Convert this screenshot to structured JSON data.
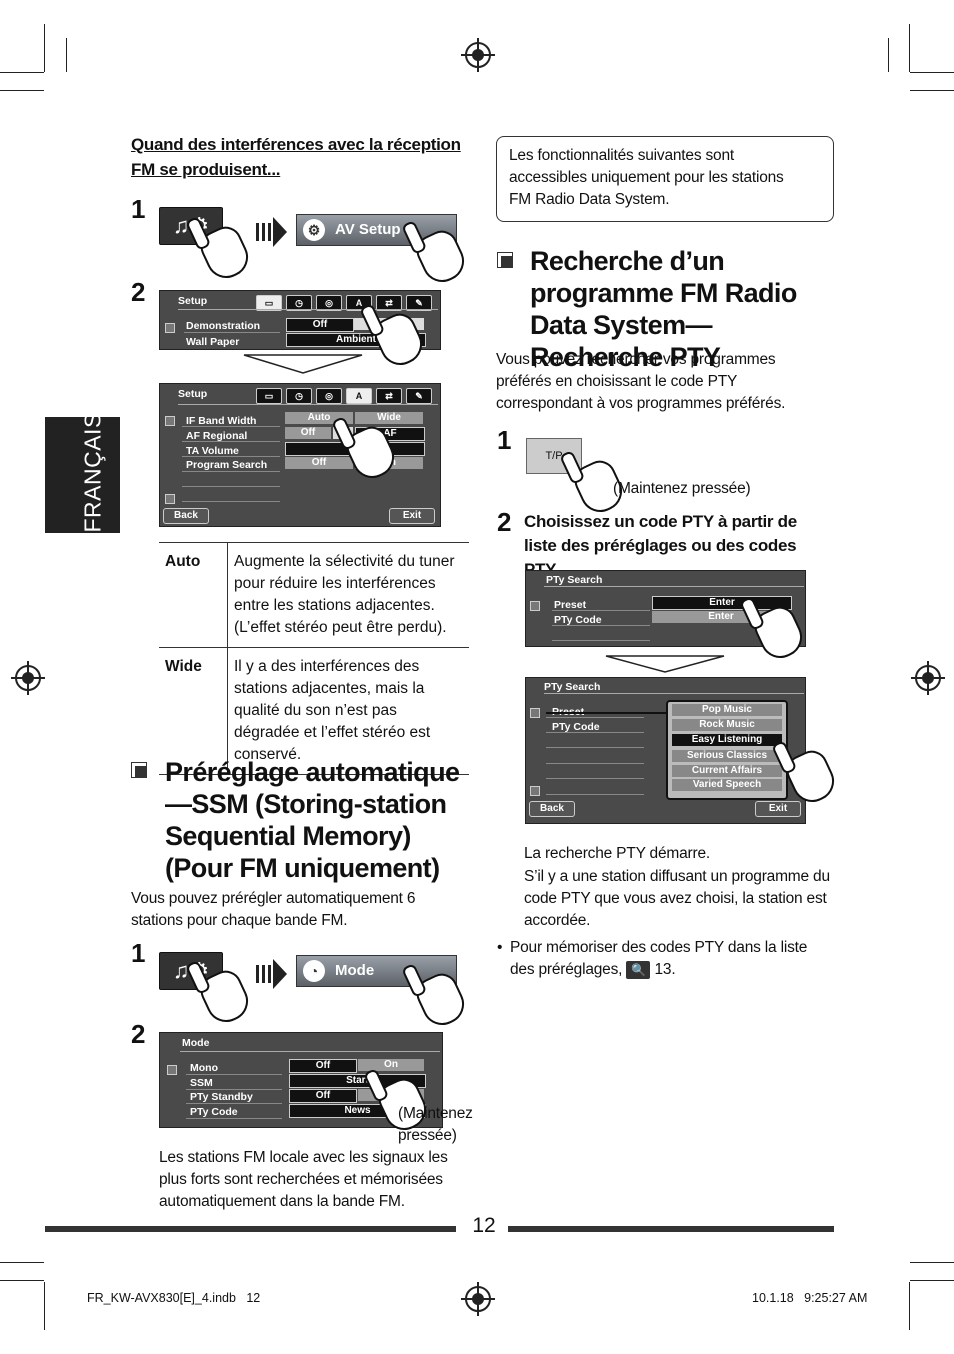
{
  "left": {
    "interference_heading": "Quand des interférences avec la réception FM se produisent...",
    "step1": "1",
    "step2": "2",
    "av_setup_label": "AV Setup",
    "setup_screen1": {
      "title": "Setup",
      "rows": [
        {
          "label": "Demonstration",
          "value": "Off"
        },
        {
          "label": "Wall Paper",
          "value": "Ambient"
        }
      ]
    },
    "setup_screen2": {
      "title": "Setup",
      "rows": [
        {
          "label": "IF Band Width",
          "v1": "Auto",
          "v2": "Wide"
        },
        {
          "label": "AF Regional",
          "v1": "Off",
          "v2": "AF"
        },
        {
          "label": "TA Volume",
          "v1": "",
          "v2": ""
        },
        {
          "label": "Program Search",
          "v1": "Off",
          "v2": "On"
        }
      ],
      "back": "Back",
      "exit": "Exit"
    },
    "table": [
      {
        "key": "Auto",
        "desc": "Augmente la sélectivité du tuner pour réduire les interférences entre les stations adjacentes. (L’effet stéréo peut être perdu)."
      },
      {
        "key": "Wide",
        "desc": "Il y a des interférences des stations adjacentes, mais la qualité du son n’est pas dégradée et l’effet stéréo est conservé."
      }
    ],
    "ssm_title": "Préréglage automatique—SSM (Storing-station Sequential Memory) (Pour FM uniquement)",
    "ssm_intro": "Vous pouvez prérégler automatiquement 6 stations pour chaque bande FM.",
    "mode_label": "Mode",
    "mode_screen": {
      "title": "Mode",
      "rows": [
        {
          "label": "Mono",
          "v1": "Off",
          "v2": "On"
        },
        {
          "label": "SSM",
          "v1": "Start",
          "v2": ""
        },
        {
          "label": "PTy Standby",
          "v1": "Off",
          "v2": ""
        },
        {
          "label": "PTy Code",
          "v1": "News",
          "v2": ""
        }
      ]
    },
    "hold_note": "(Maintenez pressée)",
    "ssm_result": "Les stations FM locale avec les signaux les plus forts sont recherchées et mémorisées automatiquement dans la bande FM."
  },
  "sidetab": "FRANÇAIS",
  "right": {
    "note": "Les fonctionnalités suivantes sont accessibles uniquement pour les stations FM Radio Data System.",
    "pty_title": "Recherche d’un programme FM Radio Data System—Recherche PTY",
    "pty_intro": "Vous pouvez rechercher vos programmes préférés en choisissant le code PTY correspondant à vos programmes préférés.",
    "step1": "1",
    "tp_label": "T/P",
    "hold_note": "(Maintenez pressée)",
    "step2": "2",
    "step2_text": "Choisissez un code PTY à partir de liste des préréglages ou des codes PTY.",
    "pty_screen1": {
      "title": "PTy Search",
      "rows": [
        {
          "label": "Preset",
          "value": "Enter"
        },
        {
          "label": "PTy Code",
          "value": "Enter"
        }
      ]
    },
    "pty_screen2": {
      "title": "PTy Search",
      "rows": [
        "Preset",
        "PTy Code"
      ],
      "list": [
        "Pop Music",
        "Rock Music",
        "Easy Listening",
        "Serious Classics",
        "Current Affairs",
        "Varied Speech"
      ],
      "back": "Back",
      "exit": "Exit"
    },
    "result1": "La recherche PTY démarre.",
    "result2": "S’il y a une station diffusant un programme du code PTY que vous avez choisi, la station est accordée.",
    "bullet_text": "Pour mémoriser des codes PTY dans la liste des préréglages,",
    "bullet_ref": "13."
  },
  "page_number": "12",
  "footer": {
    "file": "FR_KW-AVX830[E]_4.indb   12",
    "date": "10.1.18   9:25:27 AM"
  }
}
